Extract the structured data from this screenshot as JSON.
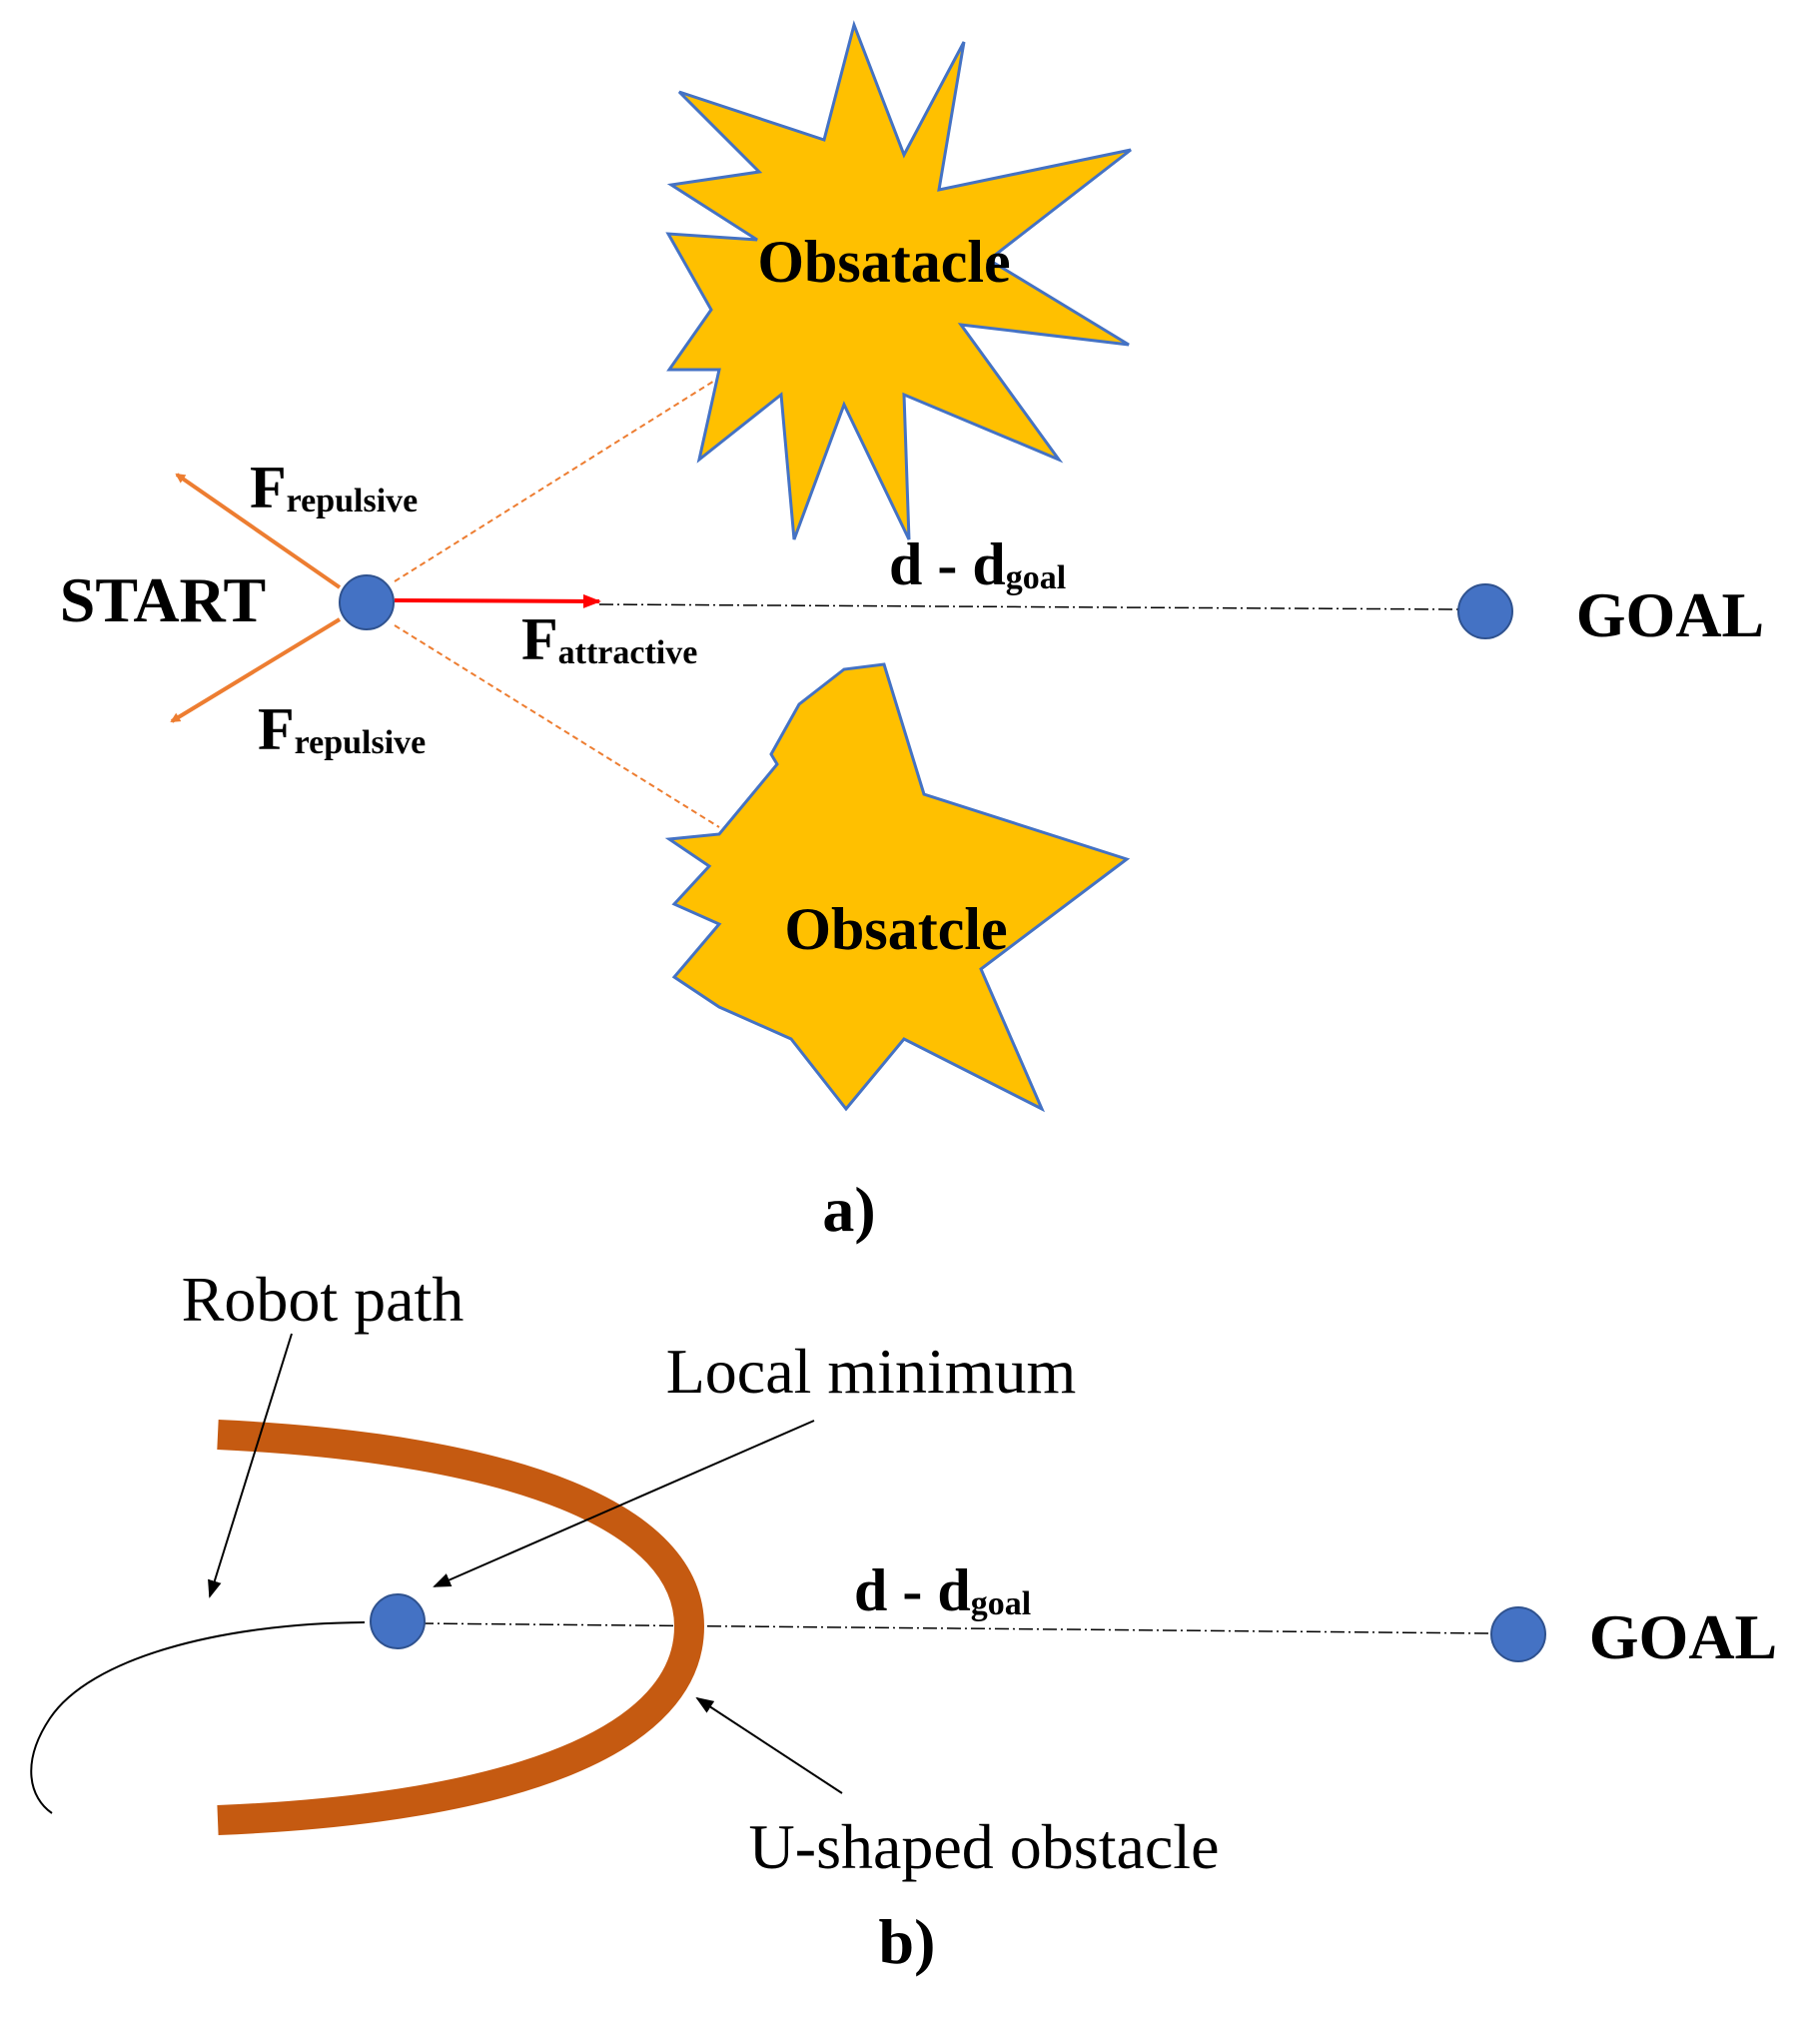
{
  "colors": {
    "node": "#4472C4",
    "node_stroke": "#2F528F",
    "obstacle_fill": "#FFC000",
    "obstacle_stroke": "#4472C4",
    "repulsive": "#ED7D31",
    "attractive": "#FF0000",
    "u_obstacle": "#C55A11",
    "text": "#000000"
  },
  "panel_a": {
    "start_label": "START",
    "goal_label": "GOAL",
    "obstacle_top_label": "Obsatacle",
    "obstacle_bottom_label": "Obsatcle",
    "repulsive_top": {
      "main": "F",
      "sub": "repulsive"
    },
    "repulsive_bottom": {
      "main": "F",
      "sub": "repulsive"
    },
    "attractive": {
      "main": "F",
      "sub": "attractive"
    },
    "distance": {
      "main": "d - d",
      "sub": "goal"
    },
    "caption": "a)"
  },
  "panel_b": {
    "robot_path_label": "Robot path",
    "local_minimum_label": "Local minimum",
    "u_obstacle_label": "U-shaped obstacle",
    "goal_label": "GOAL",
    "distance": {
      "main": "d - d",
      "sub": "goal"
    },
    "caption": "b)"
  }
}
